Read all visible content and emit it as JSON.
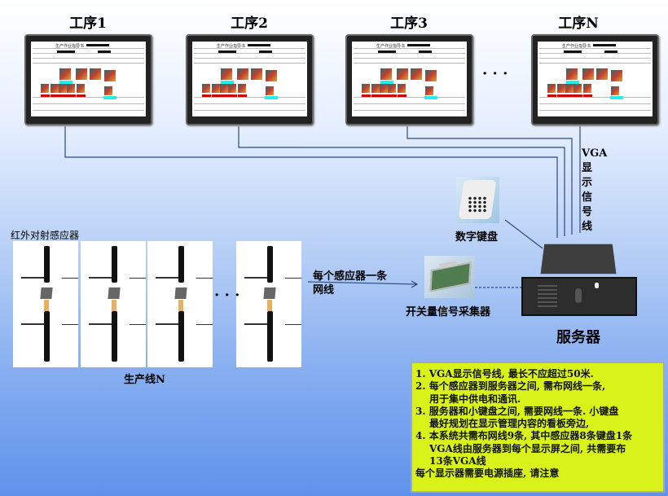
{
  "stations": [
    {
      "title": "工序1"
    },
    {
      "title": "工序2"
    },
    {
      "title": "工序3"
    },
    {
      "title": "工序N"
    }
  ],
  "monitor_screen_title": "生产作业指导书",
  "ellipsis": "· · ·",
  "vga_label": [
    "VGA",
    "显",
    "示",
    "信",
    "号",
    "线"
  ],
  "sensor_label": "红外对射感应器",
  "production_line_label": "生产线N",
  "network_label": [
    "每个感应器一条",
    "网线"
  ],
  "keypad_label": "数字键盘",
  "collector_label": "开关量信号采集器",
  "server_label": "服务器",
  "notes": [
    "1. VGA显示信号线, 最长不应超过50米.",
    "2. 每个感应器到服务器之间, 需布网线一条,",
    "用于集中供电和通讯.",
    "3. 服务器和小键盘之间, 需要网线一条. 小键盘",
    "最好规划在显示管理内容的看板旁边,",
    "4. 本系统共需布网线9条, 其中感应器8条键盘1条",
    "VGA线由服务器到每个显示屏之间, 共需要布",
    "13条VGA线",
    "每个显示器需要电源插座, 请注意"
  ]
}
